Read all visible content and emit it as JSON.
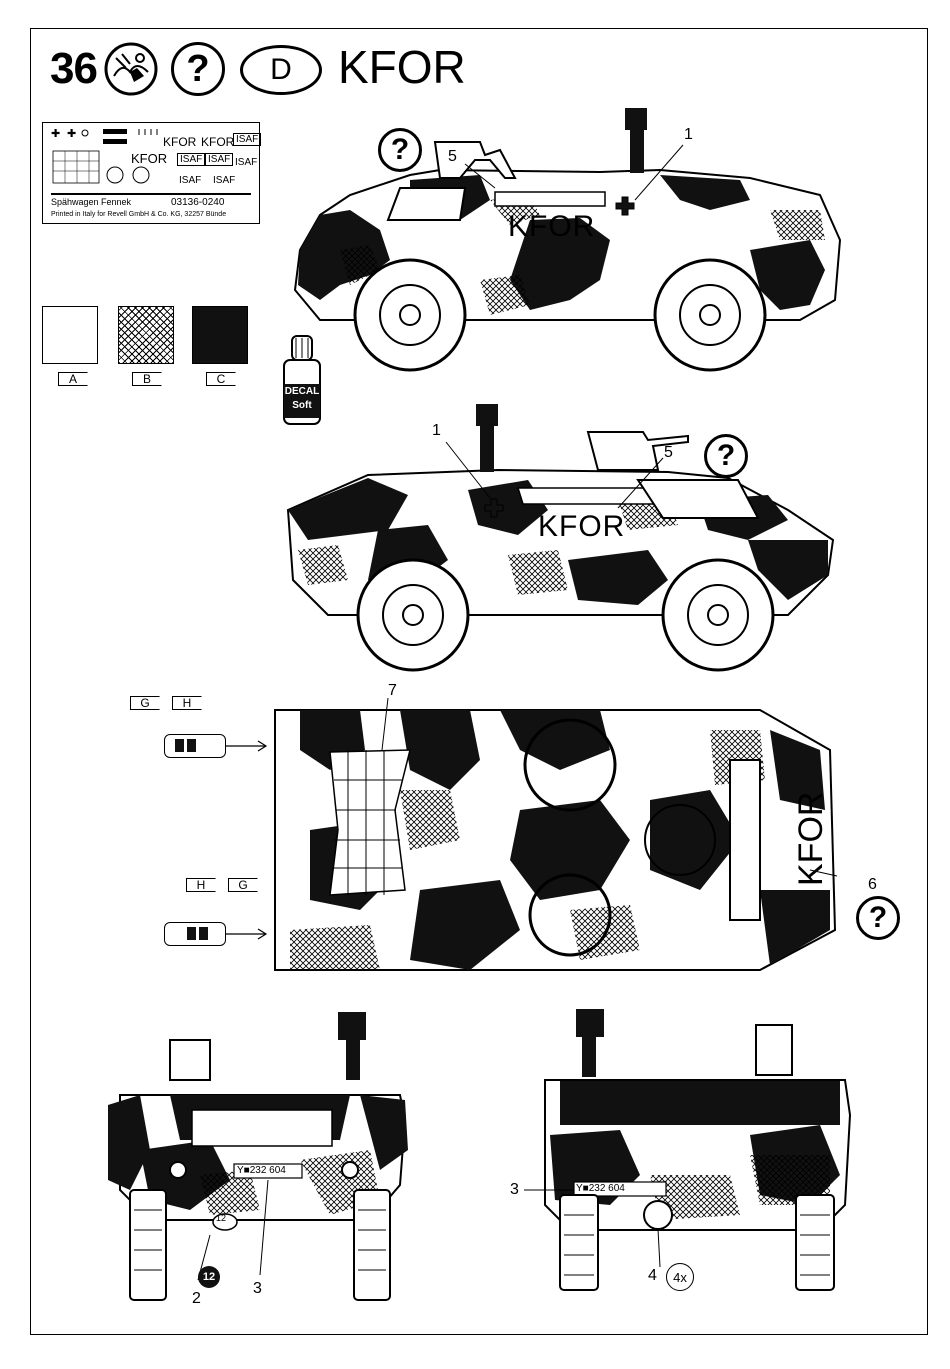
{
  "header": {
    "step_number": "36",
    "unknown_mark": "?",
    "country_code": "D",
    "title": "KFOR"
  },
  "decal_sheet": {
    "kfor_labels": [
      "KFOR",
      "KFOR",
      "KFOR"
    ],
    "isaf_labels": [
      "ISAF",
      "ISAF",
      "ISAF",
      "ISAF",
      "ISAF",
      "ISAF"
    ],
    "name": "Spähwagen Fennek",
    "code": "03136-0240",
    "printer": "Printed in Italy for Revell GmbH & Co. KG, 32257 Bünde"
  },
  "color_key": [
    {
      "label": "A",
      "pattern": "white"
    },
    {
      "label": "B",
      "pattern": "crosshatch"
    },
    {
      "label": "C",
      "pattern": "black"
    }
  ],
  "decal_bottle": {
    "line1": "DECAL",
    "line2": "Soft"
  },
  "side_view_1": {
    "callouts": [
      "1",
      "5"
    ],
    "marking": "KFOR",
    "unknown_mark": "?"
  },
  "side_view_2": {
    "callouts": [
      "1",
      "5"
    ],
    "marking": "KFOR",
    "unknown_mark": "?"
  },
  "top_view": {
    "callouts": [
      "7",
      "6"
    ],
    "marking": "KFOR",
    "unknown_mark": "?",
    "lights_top": [
      "G",
      "H"
    ],
    "lights_bottom": [
      "H",
      "G"
    ]
  },
  "front_view": {
    "callouts": [
      "2",
      "3"
    ],
    "plate": "Y■232 604",
    "circled_number": "12",
    "plate_badge": "12"
  },
  "rear_view": {
    "callouts": [
      "3",
      "4"
    ],
    "plate": "Y■232 604",
    "quantity": "4x"
  }
}
